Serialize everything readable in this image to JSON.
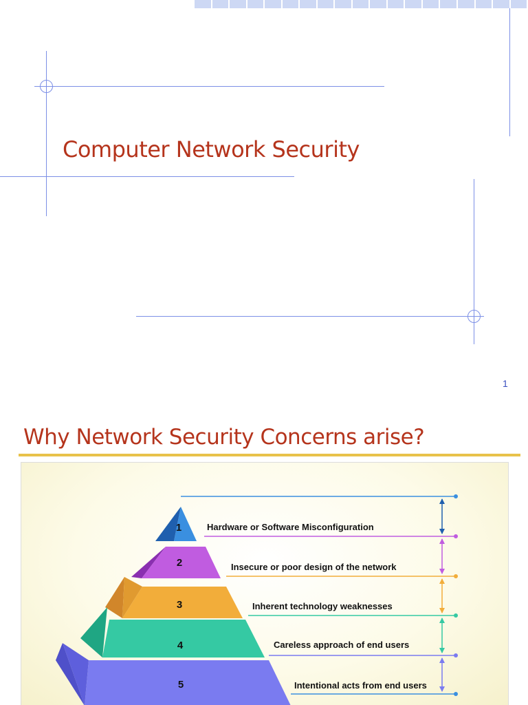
{
  "slide1": {
    "title": "Computer Network Security",
    "page_number": "1"
  },
  "slide2": {
    "title": "Why Network Security Concerns arise?",
    "pyramid": [
      {
        "number": "1",
        "label": "Hardware or Software Misconfiguration",
        "color": "#3a8fe0"
      },
      {
        "number": "2",
        "label": "Insecure or poor design of the network",
        "color": "#c05ce0"
      },
      {
        "number": "3",
        "label": "Inherent technology weaknesses",
        "color": "#f2ad3a"
      },
      {
        "number": "4",
        "label": "Careless approach of end users",
        "color": "#35c9a3"
      },
      {
        "number": "5",
        "label": "Intentional acts from end users",
        "color": "#7a7bf0"
      }
    ]
  },
  "colors": {
    "title": "#b5341c",
    "accent_lines": "#7c8fe6",
    "title_rule": "#e8c24a"
  }
}
